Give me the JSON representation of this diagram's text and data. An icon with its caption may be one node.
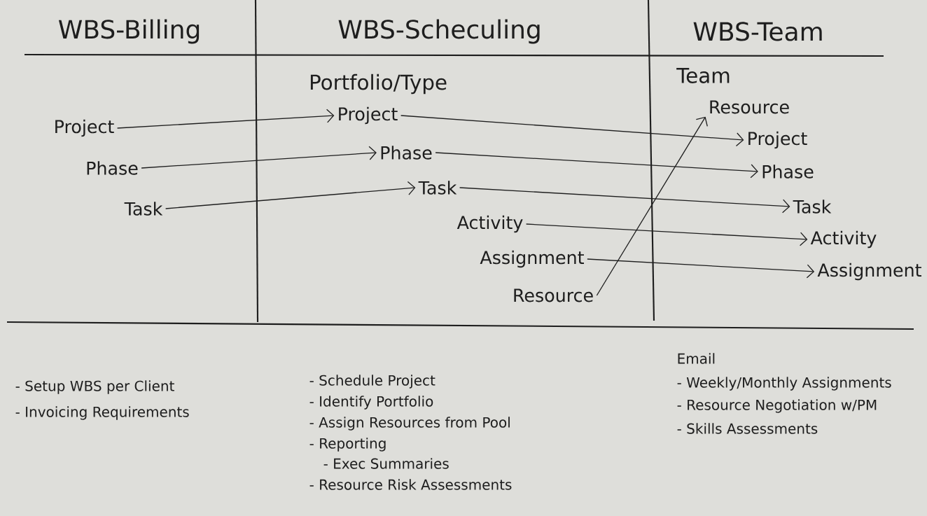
{
  "diagram": {
    "nodes": [
      {
        "text": [
          "Project"
        ]
      },
      {
        "text": [
          "Phase"
        ]
      },
      {
        "text": [
          "Task"
        ]
      },
      {
        "text": [
          "Project"
        ]
      },
      {
        "text": [
          "Phase"
        ]
      },
      {
        "text": [
          "Task"
        ]
      },
      {
        "text": [
          "Activity"
        ]
      },
      {
        "text": [
          "Assignment"
        ]
      },
      {
        "text": [
          "Resource"
        ]
      },
      {
        "text": [
          "Resource"
        ]
      },
      {
        "text": [
          "Project"
        ]
      },
      {
        "text": [
          "Phase"
        ]
      },
      {
        "text": [
          "Task"
        ]
      },
      {
        "text": [
          "Activity"
        ]
      },
      {
        "text": [
          "Assignment"
        ]
      }
    ],
    "edges": [
      {
        "from": 0,
        "to": 3,
        "arrow": "to"
      },
      {
        "from": 1,
        "to": 4,
        "arrow": "to"
      },
      {
        "from": 2,
        "to": 5,
        "arrow": "to"
      },
      {
        "from": 3,
        "to": 10,
        "arrow": "to"
      },
      {
        "from": 4,
        "to": 11,
        "arrow": "to"
      },
      {
        "from": 5,
        "to": 12,
        "arrow": "to"
      },
      {
        "from": 6,
        "to": 13,
        "arrow": "to"
      },
      {
        "from": 7,
        "to": 14,
        "arrow": "to"
      },
      {
        "from": 8,
        "to": 9,
        "arrow": "to"
      }
    ],
    "labels": [
      "WBS-Billing",
      "WBS-Scheculing",
      "WBS-Team",
      "Portfolio/Type",
      "Team",
      "- Setup WBS per Client",
      "- Invoicing Requirements",
      "- Schedule Project",
      "- Identify Portfolio",
      "- Assign Resources from Pool",
      "- Reporting",
      "- Exec Summaries",
      "- Resource Risk Assessments",
      "Email",
      "- Weekly/Monthly Assignments",
      "- Resource Negotiation w/PM",
      "- Skills Assessments"
    ]
  }
}
